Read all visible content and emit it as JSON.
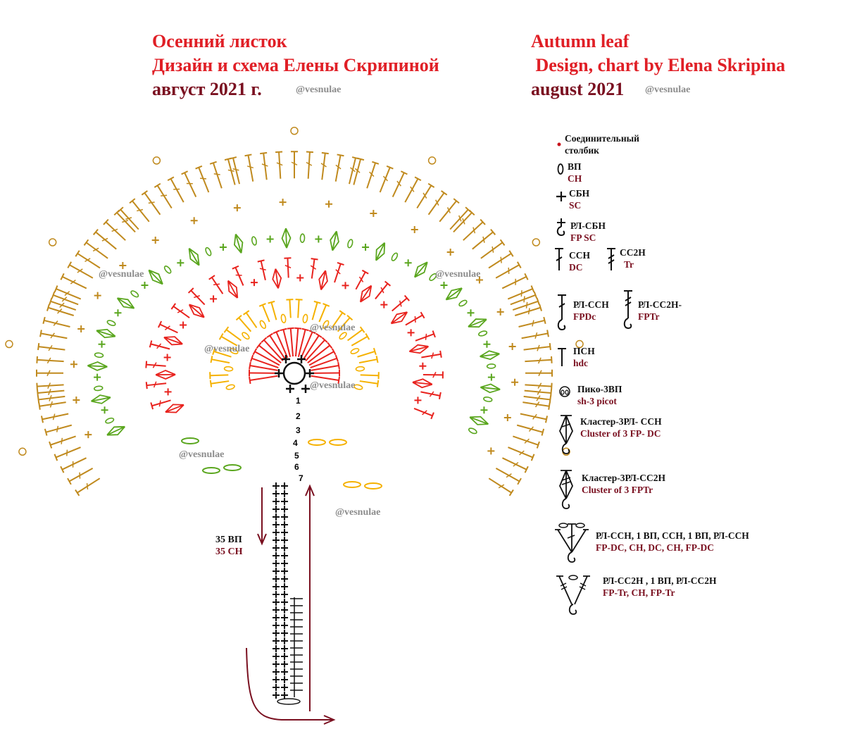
{
  "header": {
    "ru": {
      "line1": "Осенний листок",
      "line2": "Дизайн  и схема Елены Скрипиной",
      "date": "август 2021 г.",
      "handle": "@vesnulae"
    },
    "en": {
      "line1": "Autumn leaf",
      "line2": " Design, chart by Elena Skripina",
      "date": "august 2021",
      "handle": "@vesnulae"
    }
  },
  "watermarks": [
    "@vesnulae",
    "@vesnulae",
    "@vesnulae",
    "@vesnulae",
    "@vesnulae",
    "@vesnulae",
    "@vesnulae"
  ],
  "row_numbers": [
    "1",
    "2",
    "3",
    "4",
    "5",
    "6",
    "7"
  ],
  "stem": {
    "ru": "35 ВП",
    "en": "35 CH"
  },
  "legend": [
    {
      "id": "slst",
      "ru": "Соединительный столбик",
      "en": "",
      "icon": "dot-icon"
    },
    {
      "id": "ch",
      "ru": "ВП",
      "en": "CH",
      "icon": "oval-icon"
    },
    {
      "id": "sc",
      "ru": "СБН",
      "en": "SC",
      "icon": "plus-icon"
    },
    {
      "id": "fpsc",
      "ru": "РЛ-СБН",
      "en": "FP SC",
      "icon": "hook-plus-icon"
    },
    {
      "id": "dc",
      "ru": "ССН",
      "en": "DC",
      "icon": "dc-icon"
    },
    {
      "id": "tr",
      "ru": "СС2Н",
      "en": "Tr",
      "icon": "tr-icon"
    },
    {
      "id": "fpdc",
      "ru": "РЛ-ССН",
      "en": "FPDc",
      "icon": "fp-dc-icon"
    },
    {
      "id": "fptr",
      "ru": "РЛ-СС2Н-",
      "en": "FPTr",
      "icon": "fp-tr-icon"
    },
    {
      "id": "hdc",
      "ru": "ПСН",
      "en": "hdc",
      "icon": "hdc-icon"
    },
    {
      "id": "picot",
      "ru": "Пико-3ВП",
      "en": "sh-3 picot",
      "icon": "picot-icon"
    },
    {
      "id": "cl3fpdc",
      "ru": "Кластер-3РЛ- ССН",
      "en": "Cluster of 3 FP- DC",
      "icon": "cluster-dc-icon"
    },
    {
      "id": "cl3fptr",
      "ru": "Кластер-3РЛ-СС2Н",
      "en": "Cluster of 3 FPTr",
      "icon": "cluster-tr-icon"
    },
    {
      "id": "shell",
      "ru": "РЛ-ССН, 1 ВП, ССН, 1 ВП, РЛ-ССН",
      "en": "FP-DC, CH, DC, CH, FP-DC",
      "icon": "shell-icon"
    },
    {
      "id": "vst",
      "ru": "РЛ-СС2Н , 1 ВП, РЛ-СС2Н",
      "en": "FP-Tr, CH, FP-Tr",
      "icon": "v-stitch-icon"
    }
  ],
  "colors": {
    "title_red": "#e01f26",
    "maroon": "#7a1020",
    "row_red": "#e8231e",
    "row_yellow": "#f5b100",
    "row_green": "#5aa61e",
    "row_ochre": "#c08a1e",
    "black": "#111111"
  }
}
